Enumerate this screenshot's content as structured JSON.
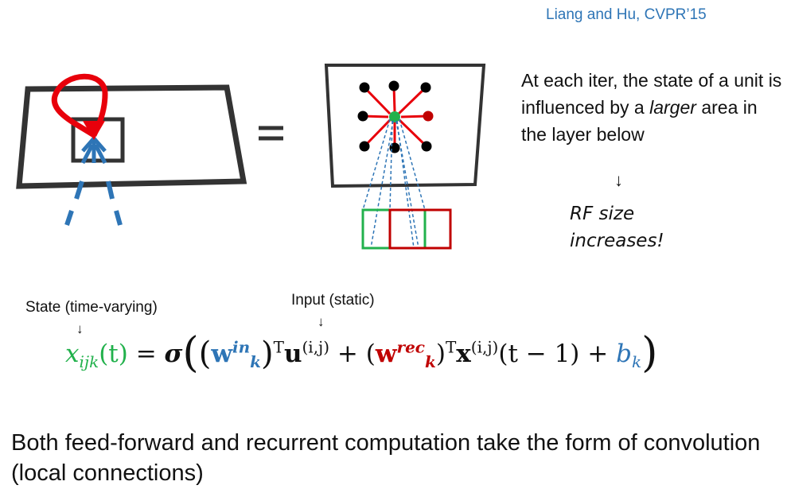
{
  "citation": "Liang and Hu, CVPR’15",
  "explanation": {
    "part1": "At each iter, the state of a unit is influenced by a ",
    "italic": "larger",
    "part2": " area in the layer below"
  },
  "down_arrow": "↓",
  "rf_note": "RF size increases!",
  "equals_sign": "=",
  "state_label": "State (time-varying)",
  "input_label": "Input (static)",
  "equation": {
    "x": "x",
    "x_sub": "ijk",
    "t": "(t)",
    "eq": " = ",
    "sigma": "σ",
    "open_big": "(",
    "open_mid": "(",
    "w_in": "w",
    "w_in_sup": "in",
    "w_in_sub": "k",
    "close_mid": ")",
    "T1": "T",
    "u": "u",
    "u_sup": "(i,j)",
    "plus1": " + (",
    "w_rec": "w",
    "w_rec_sup": "rec",
    "w_rec_sub": "k",
    "close2": ")",
    "T2": "T",
    "x2": "x",
    "x2_sup": "(i,j)",
    "t_minus": "(t − 1) + ",
    "b": "b",
    "b_sub": "k",
    "close_big": ")"
  },
  "conclusion": "Both feed-forward and recurrent computation take the form of convolution (local connections)",
  "colors": {
    "blue": "#2e75b6",
    "red": "#e8000b",
    "dark_red": "#c00000",
    "green": "#22b14c",
    "frame": "#333333"
  }
}
